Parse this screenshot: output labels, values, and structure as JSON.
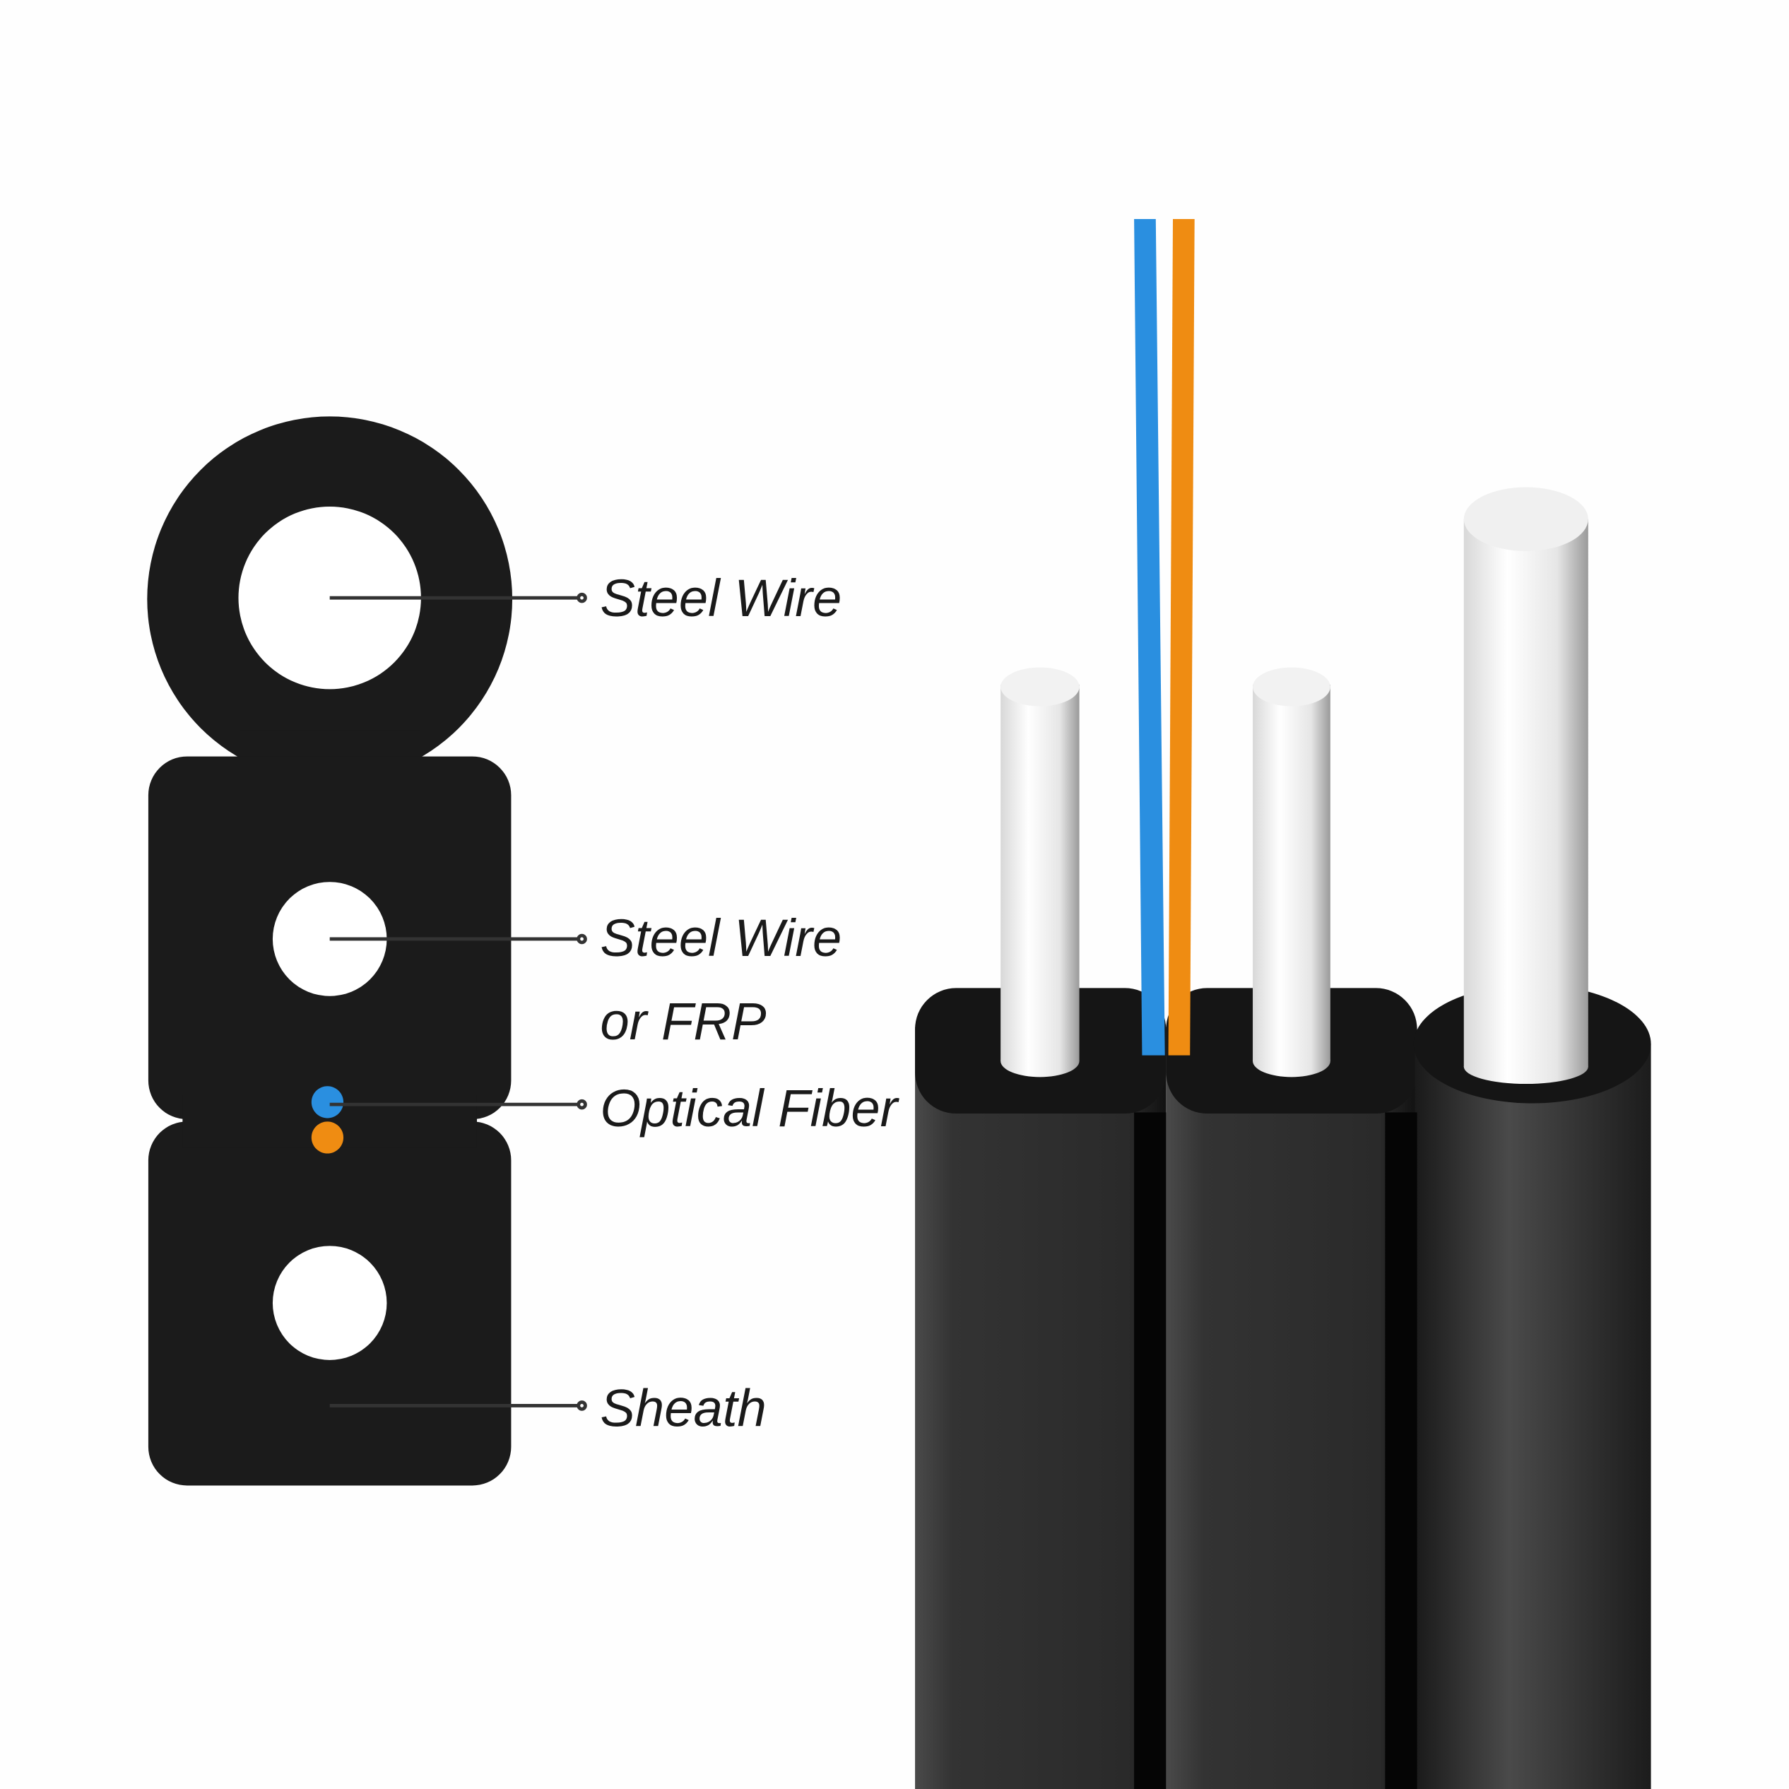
{
  "labels": {
    "steel_wire_top": "Steel Wire",
    "steel_wire_mid": "Steel Wire",
    "or_frp": "or FRP",
    "optical_fiber": "Optical Fiber",
    "sheath": "Sheath"
  },
  "colors": {
    "sheath": "#1b1b1b",
    "fiber_blue": "#2a8fe0",
    "fiber_orange": "#ef8c12",
    "wire": "#eeeeee",
    "background": "#fefefe"
  }
}
